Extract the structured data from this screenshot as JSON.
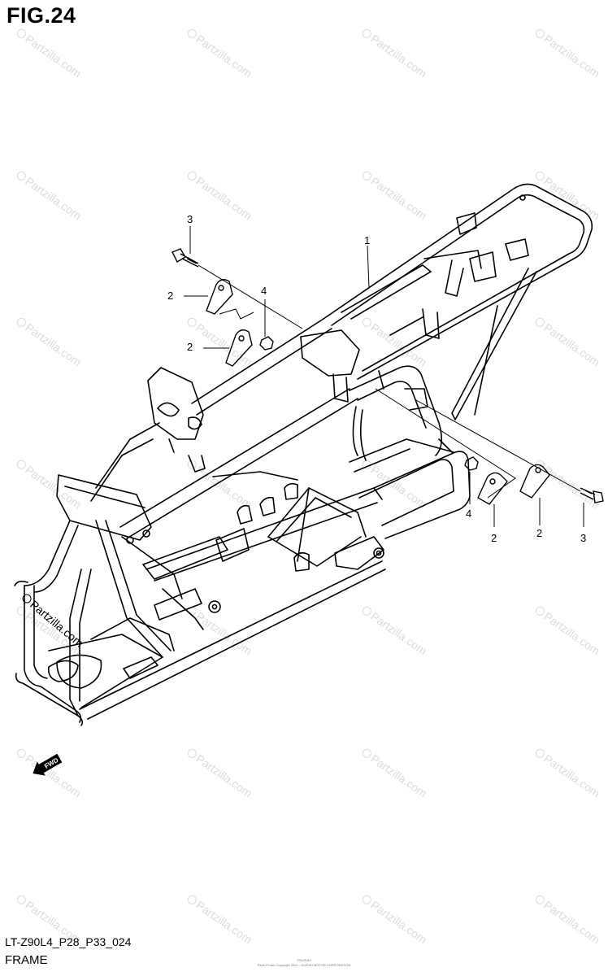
{
  "figure": {
    "title": "FIG.24",
    "code": "LT-Z90L4_P28_P33_024",
    "name": "FRAME",
    "fine_print_1": "©SUZUKI",
    "fine_print_2": "Parts Finder Copyright 2012 - SUZUKI MOTOR CORPORATION"
  },
  "watermark": {
    "text": "Partzilla.com"
  },
  "fwd_badge": {
    "text": "FWD"
  },
  "callouts": [
    {
      "id": "callout-1-frame",
      "number": "1"
    },
    {
      "id": "callout-3-bolt-left",
      "number": "3"
    },
    {
      "id": "callout-2-bracket-left-upper",
      "number": "2"
    },
    {
      "id": "callout-4-nut-left",
      "number": "4"
    },
    {
      "id": "callout-2-bracket-left-lower",
      "number": "2"
    },
    {
      "id": "callout-4-nut-right",
      "number": "4"
    },
    {
      "id": "callout-2-bracket-right-inner",
      "number": "2"
    },
    {
      "id": "callout-2-bracket-right-outer",
      "number": "2"
    },
    {
      "id": "callout-3-bolt-right",
      "number": "3"
    }
  ]
}
